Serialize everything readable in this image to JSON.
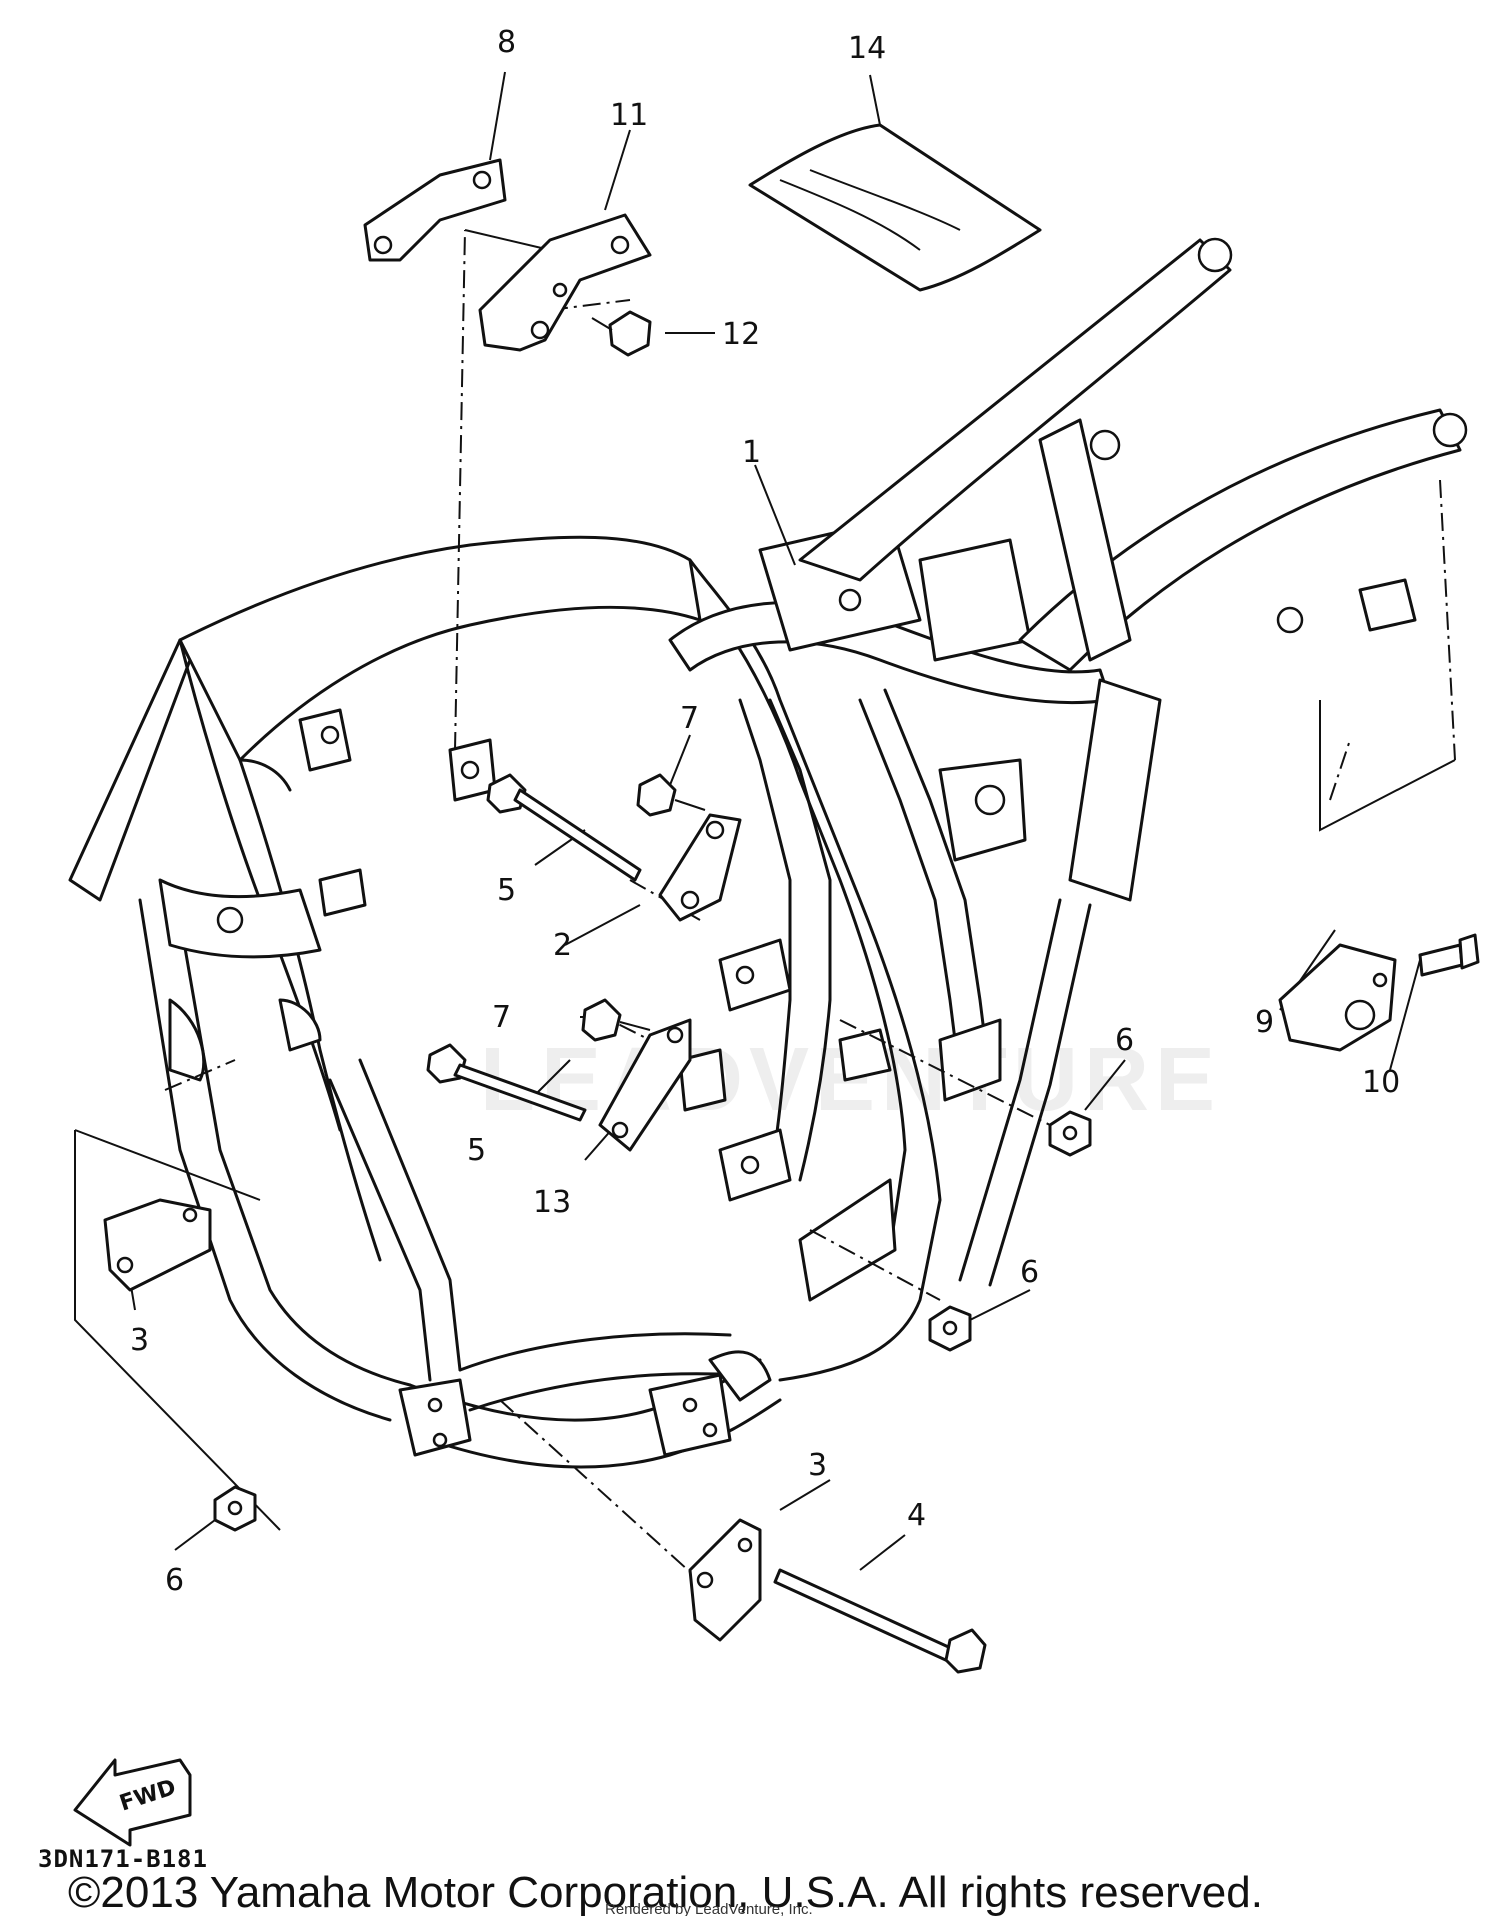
{
  "diagram": {
    "part_labels": {
      "p1": "1",
      "p2": "2",
      "p3a": "3",
      "p3b": "3",
      "p4": "4",
      "p5a": "5",
      "p5b": "5",
      "p6a": "6",
      "p6b": "6",
      "p6c": "6",
      "p7a": "7",
      "p7b": "7",
      "p8": "8",
      "p9": "9",
      "p10": "10",
      "p11": "11",
      "p12": "12",
      "p13": "13",
      "p14": "14"
    },
    "fwd_label": "FWD",
    "ref_code": "3DN171-B181",
    "watermark": "LEADVENTURE"
  },
  "footer": {
    "copyright": "©2013 Yamaha Motor Corporation, U.S.A. All rights reserved.",
    "rendered_by": "Rendered by LeadVenture, Inc."
  }
}
